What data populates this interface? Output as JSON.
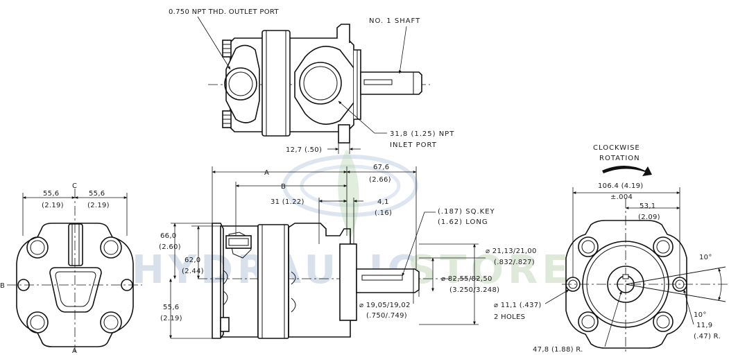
{
  "watermark": {
    "part1": "HYDRAULIC",
    "part2": "STORE"
  },
  "top_view": {
    "outlet_port": "0.750 NPT THD. OUTLET PORT",
    "shaft": "NO. 1 SHAFT",
    "inlet_port_line1": "31,8 (1.25) NPT",
    "inlet_port_line2": "INLET PORT",
    "dim_bottom": "12,7 (.50)"
  },
  "left_view": {
    "label_c": "C",
    "label_a": "A",
    "label_b": "B",
    "dim_left_mm": "55,6",
    "dim_left_in": "(2.19)",
    "dim_right_mm": "55,6",
    "dim_right_in": "(2.19)"
  },
  "side_view": {
    "label_a": "A",
    "label_b": "B",
    "dim_67_mm": "67,6",
    "dim_67_in": "(2.66)",
    "dim_31": "31 (1.22)",
    "dim_4_mm": "4,1",
    "dim_4_in": "(.16)",
    "key_line1": "(.187) SQ.KEY",
    "key_line2": "(1.62) LONG",
    "dim_66_mm": "66,0",
    "dim_66_in": "(2.60)",
    "dim_62_mm": "62,0",
    "dim_62_in": "(2.44)",
    "dim_55_mm": "55,6",
    "dim_55_in": "(2.19)",
    "dia_21_mm": "⌀ 21,13/21,00",
    "dia_21_in": "(.832/.827)",
    "dia_82_mm": "⌀ 82,55/82,50",
    "dia_82_in": "(3.250/3.248)",
    "dia_19_mm": "⌀ 19,05/19,02",
    "dia_19_in": "(.750/.749)"
  },
  "right_view": {
    "rotation_line1": "CLOCKWISE",
    "rotation_line2": "ROTATION",
    "dim_106_line1": "106.4 (4.19)",
    "dim_106_line2": "±.004",
    "dim_53_mm": "53,1",
    "dim_53_in": "(2.09)",
    "angle_top": "10°",
    "angle_bottom": "10°",
    "holes_line1": "⌀ 11,1 (.437)",
    "holes_line2": "2 HOLES",
    "dim_119_mm": "11,9",
    "dim_119_in": "(.47) R.",
    "radius": "47,8 (1.88) R."
  }
}
